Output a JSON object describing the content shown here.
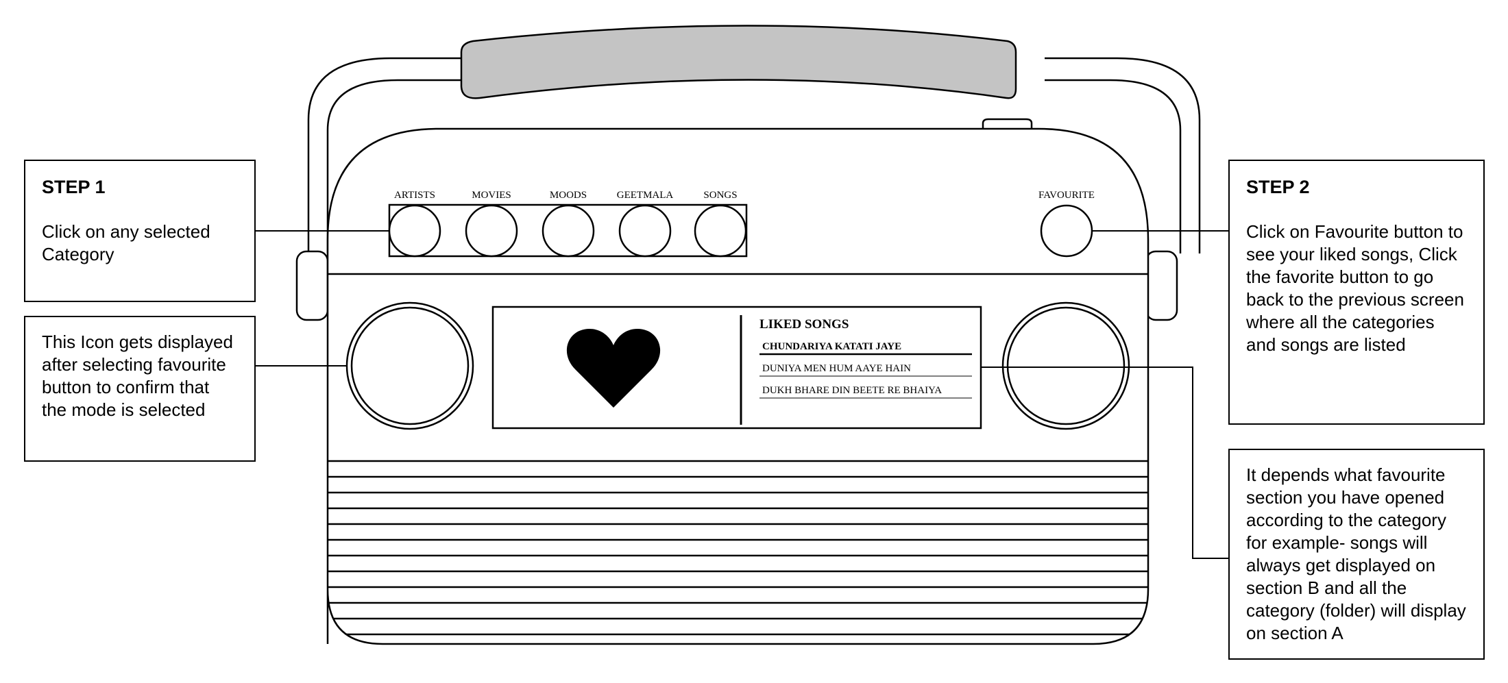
{
  "colors": {
    "stroke": "#000000",
    "handle_fill": "#c4c4c4",
    "background": "#ffffff",
    "heart": "#000000"
  },
  "category_buttons": [
    {
      "label": "ARTISTS"
    },
    {
      "label": "MOVIES"
    },
    {
      "label": "MOODS"
    },
    {
      "label": "GEETMALA"
    },
    {
      "label": "SONGS"
    }
  ],
  "favourite_button": {
    "label": "FAVOURITE"
  },
  "screen": {
    "icon": "heart-icon",
    "title": "LIKED SONGS",
    "songs": [
      {
        "title": "CHUNDARIYA KATATI JAYE",
        "selected": true
      },
      {
        "title": "DUNIYA MEN HUM AAYE HAIN",
        "selected": false
      },
      {
        "title": "DUKH BHARE DIN BEETE RE BHAIYA",
        "selected": false
      }
    ]
  },
  "callouts": {
    "step1": {
      "step": "STEP 1",
      "text": "Click on any selected Category"
    },
    "icon_note": {
      "text": "This Icon gets displayed  after selecting favourite button to confirm that the mode is selected"
    },
    "step2": {
      "step": "STEP 2",
      "text": "Click on Favourite button to see your liked songs, Click the favorite button to go back to  the previous screen where all the categories and songs are listed"
    },
    "section_note": {
      "text": "It depends what favourite section you have opened according to the category for example- songs will always get displayed on section B and all the category (folder) will display on section A"
    }
  }
}
